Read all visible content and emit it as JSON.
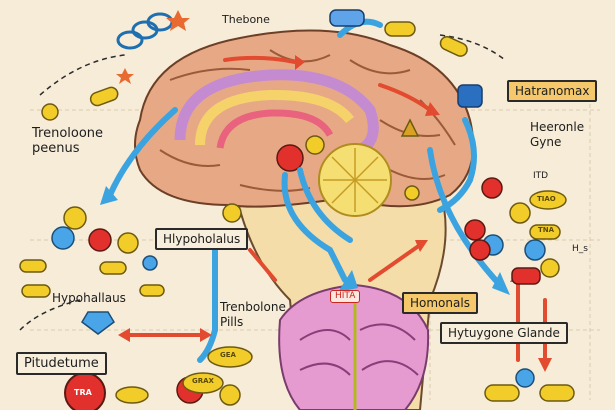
{
  "labels": {
    "top": "Thebone",
    "left_upper_1": "Trenoloone",
    "left_upper_2": "peenus",
    "left_mid": "Hlypoholalus",
    "left_lower": "Hypohallaus",
    "left_bottom": "Pitudetume",
    "center_1": "Trenbolone",
    "center_2": "Pills",
    "center_tag": "HITA",
    "right_top": "Hatranomax",
    "right_mid_1": "Heeronle",
    "right_mid_2": "Gyne",
    "right_small_1": "ITD",
    "right_small_2": "H_s",
    "right_box_1": "Homonals",
    "right_box_2": "Hytuygone Glande",
    "pill_1": "GEA",
    "pill_2": "GRAX",
    "pill_3": "TRA",
    "pill_4": "TIAO",
    "pill_5": "TNA"
  },
  "colors": {
    "background": "#f6ecd8",
    "brain": "#e7a985",
    "arrow_blue": "#3aa3e0",
    "arrow_red": "#e24b2f",
    "pill_yellow": "#f2cd2a",
    "highlight_box": "#f5c96b"
  }
}
